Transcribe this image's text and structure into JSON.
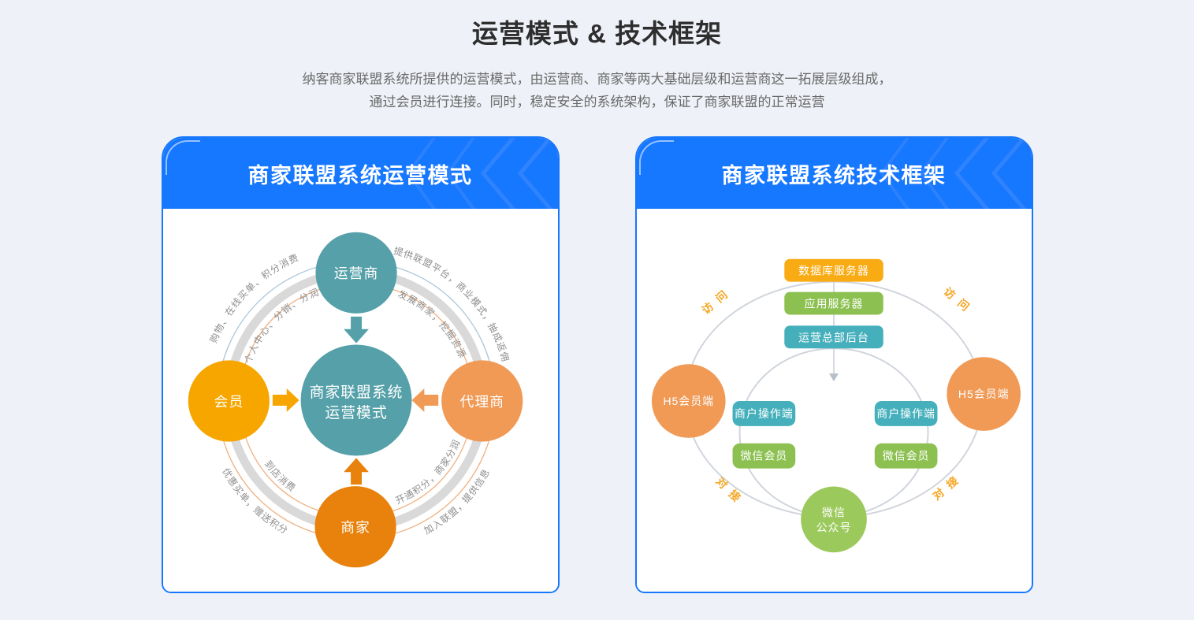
{
  "page": {
    "title": "运营模式 & 技术框架",
    "subtitle_line1": "纳客商家联盟系统所提供的运营模式，由运营商、商家等两大基础层级和运营商这一拓展层级组成，",
    "subtitle_line2": "通过会员进行连接。同时，稳定安全的系统架构，保证了商家联盟的正常运营"
  },
  "colors": {
    "page_background": "#eef1f7",
    "header_blue": "#1677ff",
    "teal": "#55a0a9",
    "gold": "#f7a600",
    "light_orange": "#f09a56",
    "deep_orange": "#e8820c",
    "green": "#8cc152",
    "box_orange": "#f9ab13",
    "box_teal": "#45b0bc",
    "bottom_green": "#9cc95c",
    "edge_label_orange": "#f5a623",
    "ring_gray": "#d9d9d9"
  },
  "operation_card": {
    "title": "商家联盟系统运营模式",
    "center": {
      "line1": "商家联盟系统",
      "line2": "运营模式"
    },
    "nodes": {
      "top": "运营商",
      "left": "会员",
      "right": "代理商",
      "bottom": "商家"
    },
    "arc_labels": {
      "upper_left_outer": "购物、在线买单、积分消费",
      "upper_left_inner": "个人中心、分销、分润",
      "upper_right_outer": "提供联盟平台，商业模式，抽成返佣",
      "upper_right_inner": "发展商家，挖掘资源",
      "lower_left_outer": "优惠买单，赠送积分",
      "lower_left_inner": "到店消费",
      "lower_right_outer": "加入联盟，提供信息",
      "lower_right_inner": "开通积分，商家分润"
    }
  },
  "framework_card": {
    "title": "商家联盟系统技术框架",
    "stack": [
      "数据库服务器",
      "应用服务器",
      "运营总部后台"
    ],
    "left_branch": {
      "h5": "H5会员端",
      "operator": "商户操作端",
      "wechat": "微信会员"
    },
    "right_branch": {
      "h5": "H5会员端",
      "operator": "商户操作端",
      "wechat": "微信会员"
    },
    "bottom": {
      "line1": "微信",
      "line2": "公众号"
    },
    "edge_labels": {
      "top_left": "访问",
      "top_right": "访问",
      "bottom_left": "对接",
      "bottom_right": "对接"
    }
  }
}
